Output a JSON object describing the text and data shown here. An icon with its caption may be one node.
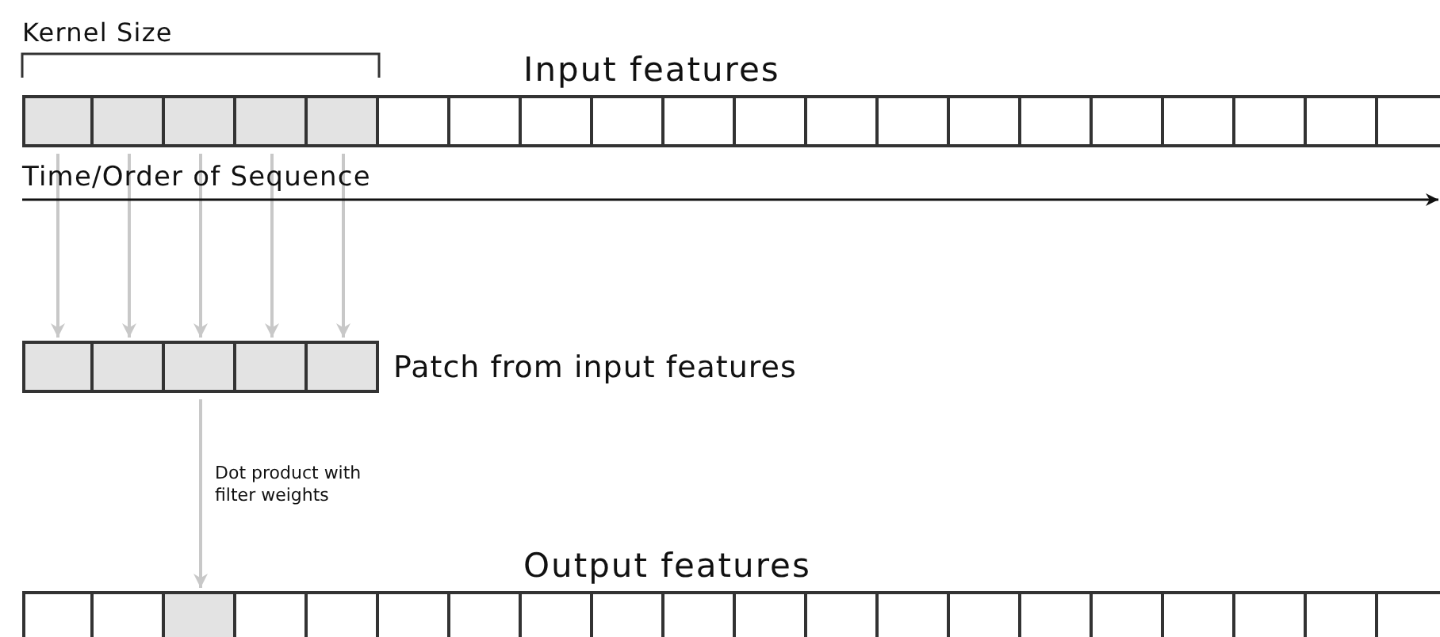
{
  "diagram": {
    "nodes": [
      {
        "text": [
          "Input features"
        ]
      },
      {
        "text": [],
        "shape": "box",
        "in": 0
      },
      {
        "text": [],
        "shape": "box",
        "in": 0
      },
      {
        "text": [],
        "shape": "box",
        "in": 0
      },
      {
        "text": [],
        "shape": "box",
        "in": 0
      },
      {
        "text": [],
        "shape": "box",
        "in": 0
      },
      {
        "text": [],
        "shape": "box",
        "in": 0
      },
      {
        "text": [],
        "shape": "box",
        "in": 0
      },
      {
        "text": [],
        "shape": "box",
        "in": 0
      },
      {
        "text": [],
        "shape": "box",
        "in": 0
      },
      {
        "text": [],
        "shape": "box",
        "in": 0
      },
      {
        "text": [],
        "shape": "box",
        "in": 0
      },
      {
        "text": [],
        "shape": "box",
        "in": 0
      },
      {
        "text": [],
        "shape": "box",
        "in": 0
      },
      {
        "text": [],
        "shape": "box",
        "in": 0
      },
      {
        "text": [],
        "shape": "box",
        "in": 0
      },
      {
        "text": [],
        "shape": "box",
        "in": 0
      },
      {
        "text": [],
        "shape": "box",
        "in": 0
      },
      {
        "text": [],
        "shape": "box",
        "in": 0
      },
      {
        "text": [],
        "shape": "box",
        "in": 0
      },
      {
        "text": [],
        "shape": "box",
        "in": 0
      },
      {
        "text": [
          "Patch from input features"
        ]
      },
      {
        "text": [],
        "shape": "box",
        "in": 21
      },
      {
        "text": [],
        "shape": "box",
        "in": 21
      },
      {
        "text": [],
        "shape": "box",
        "in": 21
      },
      {
        "text": [],
        "shape": "box",
        "in": 21
      },
      {
        "text": [],
        "shape": "box",
        "in": 21
      },
      {
        "text": [
          "Output features"
        ]
      },
      {
        "text": [],
        "shape": "box",
        "in": 27
      },
      {
        "text": [],
        "shape": "box",
        "in": 27
      },
      {
        "text": [],
        "shape": "box",
        "in": 27
      },
      {
        "text": [],
        "shape": "box",
        "in": 27
      },
      {
        "text": [],
        "shape": "box",
        "in": 27
      },
      {
        "text": [],
        "shape": "box",
        "in": 27
      },
      {
        "text": [],
        "shape": "box",
        "in": 27
      },
      {
        "text": [],
        "shape": "box",
        "in": 27
      },
      {
        "text": [],
        "shape": "box",
        "in": 27
      },
      {
        "text": [],
        "shape": "box",
        "in": 27
      },
      {
        "text": [],
        "shape": "box",
        "in": 27
      },
      {
        "text": [],
        "shape": "box",
        "in": 27
      },
      {
        "text": [],
        "shape": "box",
        "in": 27
      },
      {
        "text": [],
        "shape": "box",
        "in": 27
      },
      {
        "text": [],
        "shape": "box",
        "in": 27
      },
      {
        "text": [],
        "shape": "box",
        "in": 27
      },
      {
        "text": [],
        "shape": "box",
        "in": 27
      },
      {
        "text": [],
        "shape": "box",
        "in": 27
      },
      {
        "text": [],
        "shape": "box",
        "in": 27
      },
      {
        "text": [],
        "shape": "box",
        "in": 27
      }
    ],
    "edges": [
      {
        "from": 1,
        "to": 22,
        "arrow": "to"
      },
      {
        "from": 2,
        "to": 23,
        "arrow": "to"
      },
      {
        "from": 3,
        "to": 24,
        "arrow": "to"
      },
      {
        "from": 4,
        "to": 25,
        "arrow": "to"
      },
      {
        "from": 5,
        "to": 26,
        "arrow": "to"
      },
      {
        "from": 24,
        "to": 30,
        "arrow": "to",
        "label": "Dot product with filter weights"
      }
    ],
    "labels": [
      "Kernel Size",
      "Time/Order of Sequence"
    ]
  }
}
